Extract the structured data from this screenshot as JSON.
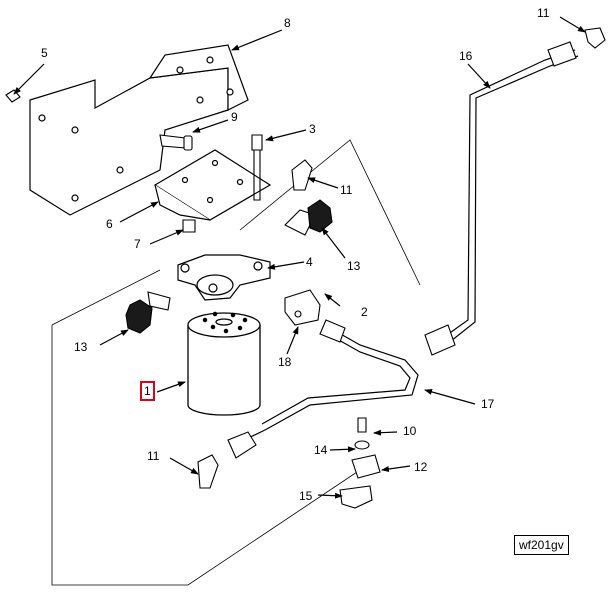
{
  "diagram": {
    "callouts": {
      "c1": "1",
      "c2": "2",
      "c3": "3",
      "c4": "4",
      "c5": "5",
      "c6": "6",
      "c7": "7",
      "c8": "8",
      "c9": "9",
      "c10": "10",
      "c11a": "11",
      "c11b": "11",
      "c11c": "11",
      "c12": "12",
      "c13a": "13",
      "c13b": "13",
      "c14": "14",
      "c15": "15",
      "c16": "16",
      "c17": "17",
      "c18": "18"
    },
    "highlighted_callout": "1",
    "highlight_color": "#e0001b",
    "figure_reference": "wf201gv"
  }
}
